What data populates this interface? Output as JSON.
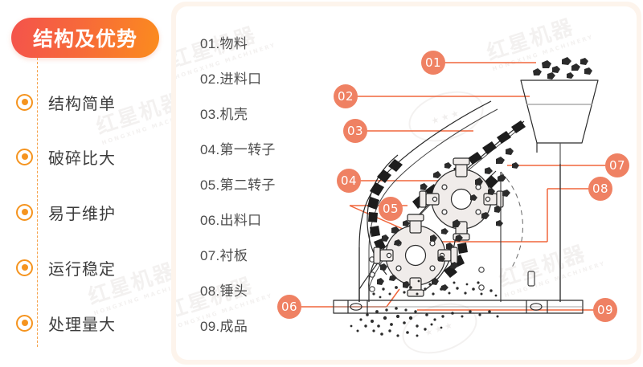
{
  "theme": {
    "pill_gradient_start": "#f4534c",
    "pill_gradient_end": "#fb8c1e",
    "bullet_color": "#f5941f",
    "badge_color": "#ef8163",
    "leader_line_color": "#f0663c",
    "card_bg": "#fdf4ec",
    "text_color": "#3c3c3c",
    "legend_text_color": "#4c4c4c"
  },
  "sidebar": {
    "title": "结构及优势",
    "items": [
      {
        "label": "结构简单"
      },
      {
        "label": "破碎比大"
      },
      {
        "label": "易于维护"
      },
      {
        "label": "运行稳定"
      },
      {
        "label": "处理量大"
      }
    ]
  },
  "legend": {
    "items": [
      {
        "num": "01",
        "text": "01.物料"
      },
      {
        "num": "02",
        "text": "02.进料口"
      },
      {
        "num": "03",
        "text": "03.机壳"
      },
      {
        "num": "04",
        "text": "04.第一转子"
      },
      {
        "num": "05",
        "text": "05.第二转子"
      },
      {
        "num": "06",
        "text": "06.出料口"
      },
      {
        "num": "07",
        "text": "07.衬板"
      },
      {
        "num": "08",
        "text": "08.锤头"
      },
      {
        "num": "09",
        "text": "09.成品"
      }
    ]
  },
  "diagram": {
    "badges": [
      {
        "id": "01",
        "label": "01"
      },
      {
        "id": "02",
        "label": "02"
      },
      {
        "id": "03",
        "label": "03"
      },
      {
        "id": "04",
        "label": "04"
      },
      {
        "id": "05",
        "label": "05"
      },
      {
        "id": "06",
        "label": "06"
      },
      {
        "id": "07",
        "label": "07"
      },
      {
        "id": "08",
        "label": "08"
      },
      {
        "id": "09",
        "label": "09"
      }
    ]
  },
  "watermark": {
    "brand_cn": "红星机器",
    "brand_en": "HONGXING MACHINERY",
    "seal_text": "★★★"
  }
}
